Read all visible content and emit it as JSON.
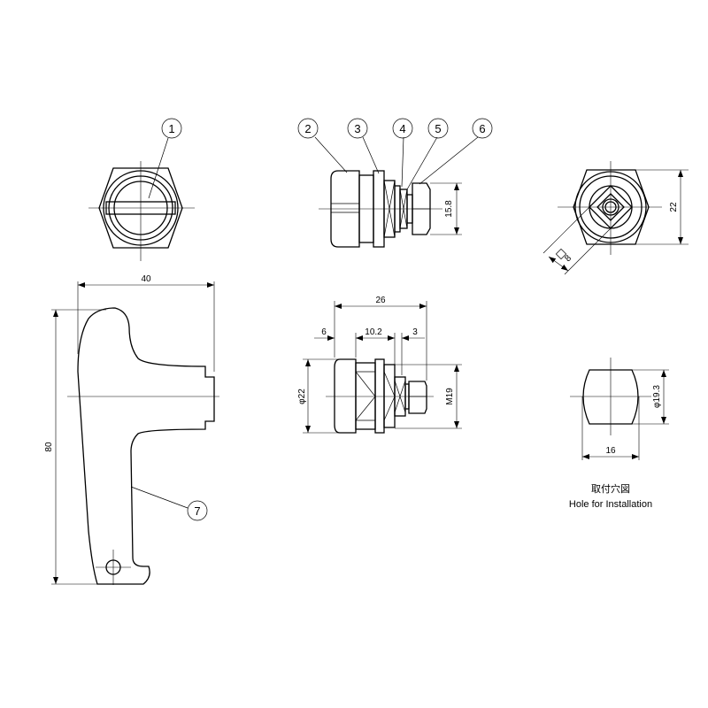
{
  "balloons": [
    "1",
    "2",
    "3",
    "4",
    "5",
    "6",
    "7"
  ],
  "dimensions": {
    "hex_height": "15.8",
    "hex_across": "22",
    "square": "8",
    "handle_width": "40",
    "handle_height": "80",
    "total_length": "26",
    "head_length": "6",
    "body_length": "10.2",
    "nut_length": "3",
    "head_diameter": "φ22",
    "thread": "M19",
    "hole_diameter": "φ19.3",
    "hole_width": "16"
  },
  "caption": {
    "japanese": "取付穴図",
    "english": "Hole for Installation"
  }
}
